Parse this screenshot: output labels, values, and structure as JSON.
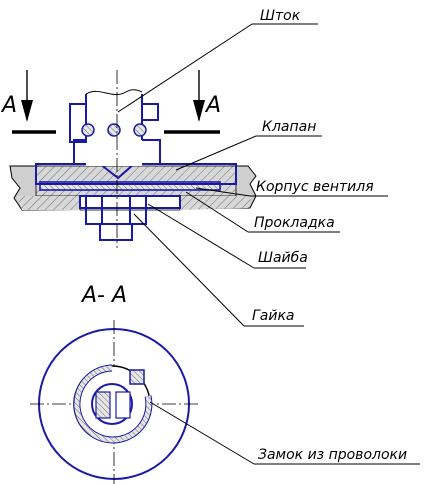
{
  "labels": {
    "stem": "Шток",
    "valve": "Клапан",
    "body": "Корпус вентиля",
    "gasket": "Прокладка",
    "washer": "Шайба",
    "nut": "Гайка",
    "lock": "Замок из проволоки"
  },
  "section": {
    "title": "А- А",
    "mark_left": "А",
    "mark_right": "А"
  },
  "colors": {
    "contour": "#1a1aa8",
    "hatch_fill": "#d8d8d8",
    "line": "#000000"
  }
}
